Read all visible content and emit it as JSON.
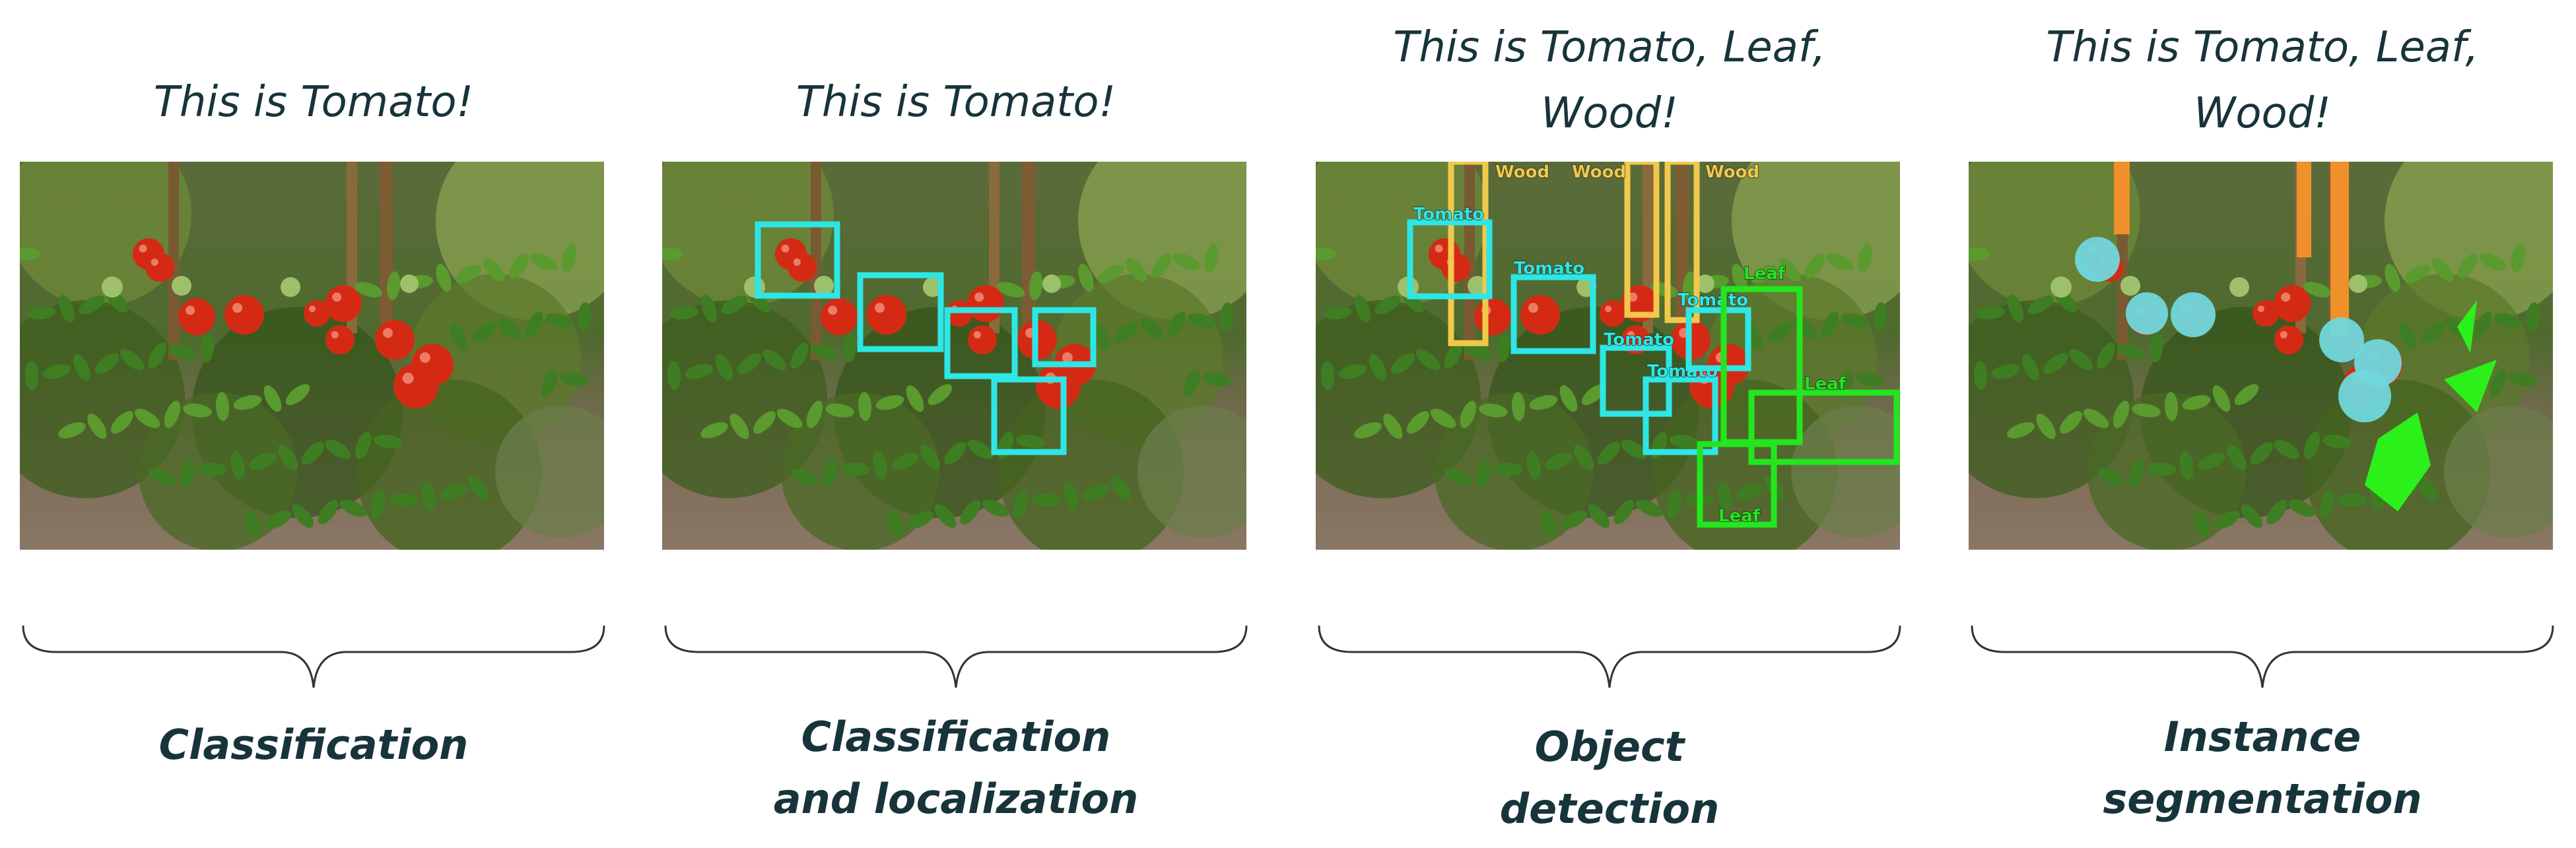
{
  "columns": [
    {
      "caption": "This is Tomato!",
      "label": "Classification",
      "boxes": [],
      "segments": []
    },
    {
      "caption": "This is Tomato!",
      "label": "Classification\nand localization",
      "boxes": [
        {
          "kind": "tomato",
          "text": ""
        },
        {
          "kind": "tomato",
          "text": ""
        },
        {
          "kind": "tomato",
          "text": ""
        },
        {
          "kind": "tomato",
          "text": ""
        },
        {
          "kind": "tomato",
          "text": ""
        }
      ],
      "segments": []
    },
    {
      "caption": "This is Tomato, Leaf,\nWood!",
      "label": "Object\ndetection",
      "boxes": [
        {
          "kind": "wood",
          "text": "Wood"
        },
        {
          "kind": "wood",
          "text": "Wood"
        },
        {
          "kind": "wood",
          "text": "Wood"
        },
        {
          "kind": "tomato",
          "text": "Tomato"
        },
        {
          "kind": "tomato",
          "text": "Tomato"
        },
        {
          "kind": "tomato",
          "text": "Tomato"
        },
        {
          "kind": "tomato",
          "text": "Tomato"
        },
        {
          "kind": "tomato",
          "text": "Tomato"
        },
        {
          "kind": "leaf",
          "text": "Leaf"
        },
        {
          "kind": "leaf",
          "text": "Leaf"
        },
        {
          "kind": "leaf",
          "text": "Leaf"
        }
      ],
      "segments": []
    },
    {
      "caption": "This is Tomato, Leaf,\nWood!",
      "label": "Instance\nsegmentation",
      "boxes": [],
      "segments": [
        {
          "kind": "wood"
        },
        {
          "kind": "wood"
        },
        {
          "kind": "wood"
        },
        {
          "kind": "tomato"
        },
        {
          "kind": "tomato"
        },
        {
          "kind": "tomato"
        },
        {
          "kind": "tomato"
        },
        {
          "kind": "tomato"
        },
        {
          "kind": "tomato"
        },
        {
          "kind": "leaf"
        },
        {
          "kind": "leaf"
        },
        {
          "kind": "leaf"
        }
      ]
    }
  ],
  "colors": {
    "tomato": "#2ee6e6",
    "wood": "#f2c84b",
    "leaf": "#22e61e",
    "wood_segment": "#f0902a",
    "tomato_segment": "#6fd8dc",
    "leaf_segment": "#2cf01a",
    "text": "#17343a",
    "brace": "#333333"
  }
}
